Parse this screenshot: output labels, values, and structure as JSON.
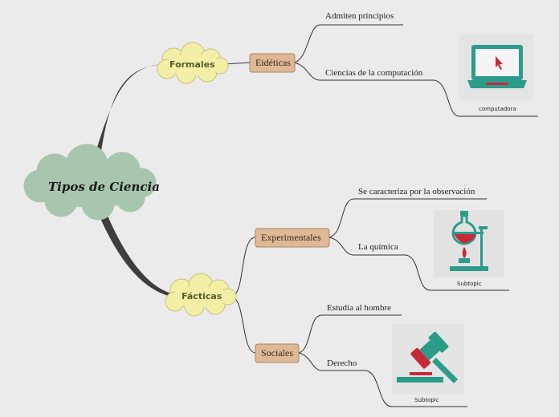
{
  "root": {
    "label": "Tipos de Ciencia"
  },
  "branches": {
    "formales": {
      "label": "Formales"
    },
    "facticas": {
      "label": "Fácticas"
    }
  },
  "subtopics": {
    "eideticas": {
      "label": "Eidéticas"
    },
    "experimentales": {
      "label": "Experimentales"
    },
    "sociales": {
      "label": "Sociales"
    }
  },
  "leaves": {
    "admiten": "Admiten principios",
    "ciencias_computacion": "Ciencias de la computación",
    "caracteriza": "Se caracteriza por la observación",
    "quimica": "La química",
    "estudia": "Estudia al hombre",
    "derecho": "Derecho"
  },
  "images": {
    "computadora": {
      "caption": "computadora",
      "icon": "laptop-icon"
    },
    "quimica_img": {
      "caption": "Subtopic",
      "icon": "flask-burner-icon"
    },
    "derecho_img": {
      "caption": "Subtopic",
      "icon": "gavel-icon"
    }
  },
  "colors": {
    "background": "#ebebeb",
    "root_cloud": "#a8c5ae",
    "main_cloud": "#f3efa6",
    "subtopic_box": "#dfb896",
    "icon_teal": "#2c9c8a",
    "icon_red": "#c9283b"
  }
}
